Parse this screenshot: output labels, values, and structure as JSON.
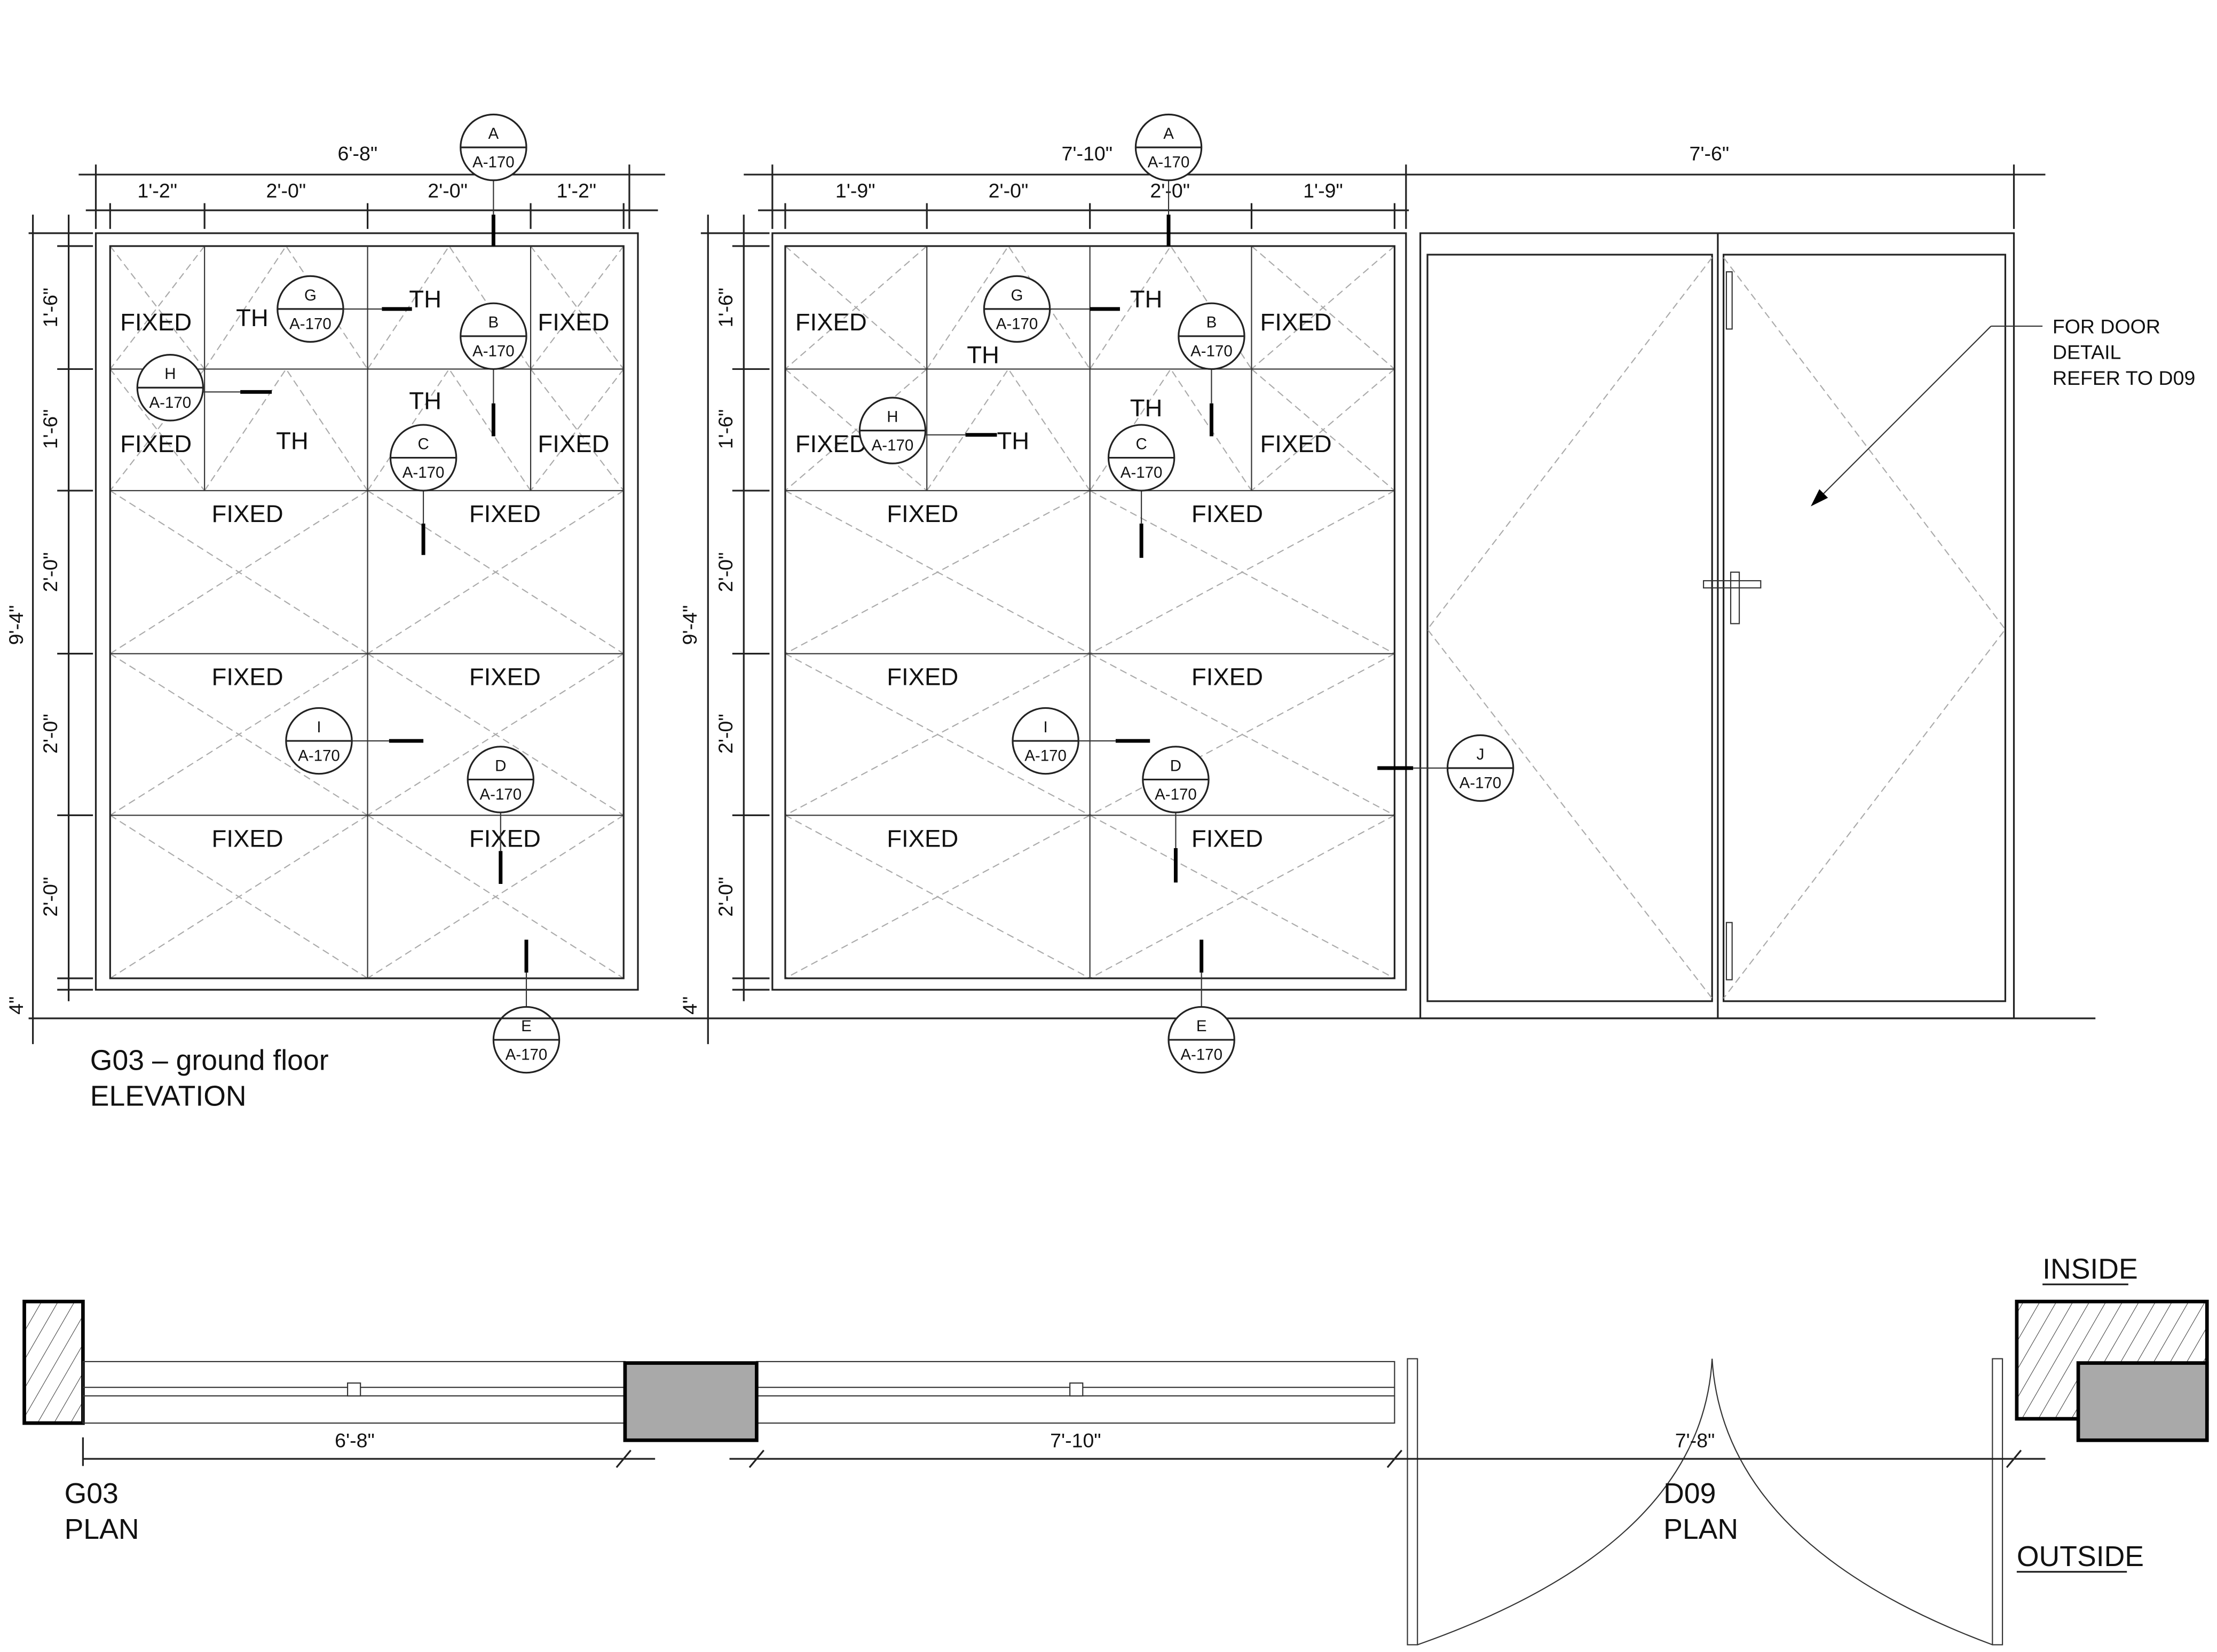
{
  "g03_elevation": {
    "title_line1": "G03 – ground floor",
    "title_line2": "ELEVATION",
    "overall_width": "6'-8\"",
    "column_widths": [
      "1'-2\"",
      "2'-0\"",
      "2'-0\"",
      "1'-2\""
    ],
    "overall_height": "9'-4\"",
    "row_heights": [
      "1'-6\"",
      "1'-6\"",
      "2'-0\"",
      "2'-0\"",
      "2'-0\"",
      "4\""
    ],
    "panel_labels": [
      "FIXED",
      "TH",
      "TH",
      "FIXED",
      "FIXED",
      "TH",
      "TH",
      "FIXED",
      "FIXED",
      "FIXED",
      "FIXED",
      "FIXED",
      "FIXED",
      "FIXED"
    ],
    "callouts": [
      {
        "letter": "A",
        "sheet": "A-170"
      },
      {
        "letter": "G",
        "sheet": "A-170"
      },
      {
        "letter": "B",
        "sheet": "A-170"
      },
      {
        "letter": "H",
        "sheet": "A-170"
      },
      {
        "letter": "C",
        "sheet": "A-170"
      },
      {
        "letter": "I",
        "sheet": "A-170"
      },
      {
        "letter": "D",
        "sheet": "A-170"
      },
      {
        "letter": "E",
        "sheet": "A-170"
      }
    ]
  },
  "d09_elevation": {
    "overall_width": "7'-10\"",
    "column_widths": [
      "1'-9\"",
      "2'-0\"",
      "2'-0\"",
      "1'-9\""
    ],
    "overall_height": "9'-4\"",
    "row_heights": [
      "1'-6\"",
      "1'-6\"",
      "2'-0\"",
      "2'-0\"",
      "2'-0\"",
      "4\""
    ],
    "door_width": "7'-6\"",
    "panel_labels": [
      "FIXED",
      "TH",
      "FIXED",
      "FIXED",
      "TH",
      "TH",
      "FIXED",
      "FIXED",
      "FIXED",
      "FIXED",
      "FIXED",
      "FIXED",
      "FIXED"
    ],
    "callouts": [
      {
        "letter": "A",
        "sheet": "A-170"
      },
      {
        "letter": "G",
        "sheet": "A-170"
      },
      {
        "letter": "B",
        "sheet": "A-170"
      },
      {
        "letter": "H",
        "sheet": "A-170"
      },
      {
        "letter": "C",
        "sheet": "A-170"
      },
      {
        "letter": "I",
        "sheet": "A-170"
      },
      {
        "letter": "D",
        "sheet": "A-170"
      },
      {
        "letter": "E",
        "sheet": "A-170"
      },
      {
        "letter": "J",
        "sheet": "A-170"
      }
    ],
    "door_note": [
      "FOR DOOR",
      "DETAIL",
      "REFER TO D09"
    ]
  },
  "plans": {
    "g03_dim": "6'-8\"",
    "mid_dim": "7'-10\"",
    "d09_dim": "7'-8\"",
    "g03_label": [
      "G03",
      "PLAN"
    ],
    "d09_label": [
      "D09",
      "PLAN"
    ],
    "inside": "INSIDE",
    "outside": "OUTSIDE"
  }
}
